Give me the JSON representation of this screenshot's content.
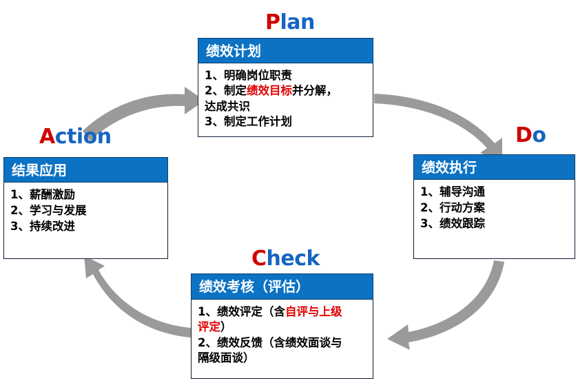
{
  "diagram": {
    "type": "pdca-cycle",
    "accent_blue": "#0B72C4",
    "accent_red": "#D00000",
    "arrow_gray": "#9A9A9A",
    "background": "#FFFFFF"
  },
  "stages": {
    "plan": {
      "lead": "P",
      "rest": "lan"
    },
    "do": {
      "lead": "D",
      "rest": "o"
    },
    "check": {
      "lead": "C",
      "rest": "heck"
    },
    "action": {
      "lead": "A",
      "rest": "ction"
    }
  },
  "boxes": {
    "plan": {
      "header": "绩效计划",
      "items": [
        {
          "parts": [
            {
              "text": "1、明确岗位职责",
              "highlight": false
            }
          ]
        },
        {
          "parts": [
            {
              "text": "2、制定",
              "highlight": false
            },
            {
              "text": "绩效目标",
              "highlight": true
            },
            {
              "text": "并分解，",
              "highlight": false
            }
          ]
        },
        {
          "parts": [
            {
              "text": "达成共识",
              "highlight": false
            }
          ]
        },
        {
          "parts": [
            {
              "text": "3、制定工作计划",
              "highlight": false
            }
          ]
        }
      ]
    },
    "do": {
      "header": "绩效执行",
      "items": [
        {
          "parts": [
            {
              "text": "1、辅导沟通",
              "highlight": false
            }
          ]
        },
        {
          "parts": [
            {
              "text": "2、行动方案",
              "highlight": false
            }
          ]
        },
        {
          "parts": [
            {
              "text": "3、绩效跟踪",
              "highlight": false
            }
          ]
        }
      ]
    },
    "check": {
      "header": "绩效考核（评估）",
      "items": [
        {
          "parts": [
            {
              "text": "1、绩效评定（含",
              "highlight": false
            },
            {
              "text": "自评与上级",
              "highlight": true
            }
          ]
        },
        {
          "parts": [
            {
              "text": "评定",
              "highlight": true
            },
            {
              "text": "）",
              "highlight": false
            }
          ]
        },
        {
          "parts": [
            {
              "text": "2、绩效反馈（含绩效面谈与",
              "highlight": false
            }
          ]
        },
        {
          "parts": [
            {
              "text": "隔级面谈）",
              "highlight": false
            }
          ]
        }
      ]
    },
    "action": {
      "header": "结果应用",
      "items": [
        {
          "parts": [
            {
              "text": "1、薪酬激励",
              "highlight": false
            }
          ]
        },
        {
          "parts": [
            {
              "text": "2、学习与发展",
              "highlight": false
            }
          ]
        },
        {
          "parts": [
            {
              "text": "3、持续改进",
              "highlight": false
            }
          ]
        }
      ]
    }
  },
  "arrows": [
    {
      "name": "arrow-action-to-plan",
      "from": "action",
      "to": "plan"
    },
    {
      "name": "arrow-plan-to-do",
      "from": "plan",
      "to": "do"
    },
    {
      "name": "arrow-do-to-check",
      "from": "do",
      "to": "check"
    },
    {
      "name": "arrow-check-to-action",
      "from": "check",
      "to": "action"
    }
  ]
}
